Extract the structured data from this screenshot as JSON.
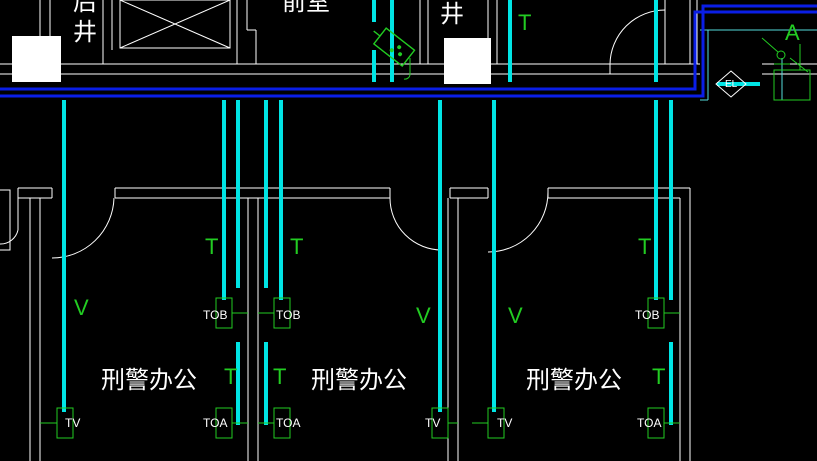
{
  "colors": {
    "background": "#000000",
    "wall": "#ffffff",
    "cable_tray": "#00e5e5",
    "bus_trunk": "#0a1ee6",
    "symbol_green": "#22cc22",
    "thin_cyan": "#55dddd"
  },
  "top_fragments": {
    "shaft_left_char1": "后",
    "shaft_left_char2": "井",
    "room_top_partial": "前室",
    "shaft_right_char": "井"
  },
  "top_marks": {
    "t_top": "T",
    "a_top": "A",
    "el_box": "EL"
  },
  "rooms": [
    {
      "label": "刑警办公"
    },
    {
      "label": "刑警办公"
    },
    {
      "label": "刑警办公"
    }
  ],
  "marks": {
    "t_r1_left": "T",
    "t_r1_right": "T",
    "t_r3_right": "T",
    "v_r1": "V",
    "v_r2": "V",
    "v_r3": "V",
    "t_r1_low": "T",
    "t_r2_low": "T",
    "t_r3_low": "T"
  },
  "outlets": {
    "tv_r1": "TV",
    "toa_r1": "TOA",
    "tob_r1": "TOB",
    "tob_r2": "TOB",
    "toa_r2": "TOA",
    "tv_r2": "TV",
    "tv_r3": "TV",
    "tob_r3": "TOB",
    "toa_r3": "TOA"
  },
  "icon": "security-camera-icon"
}
